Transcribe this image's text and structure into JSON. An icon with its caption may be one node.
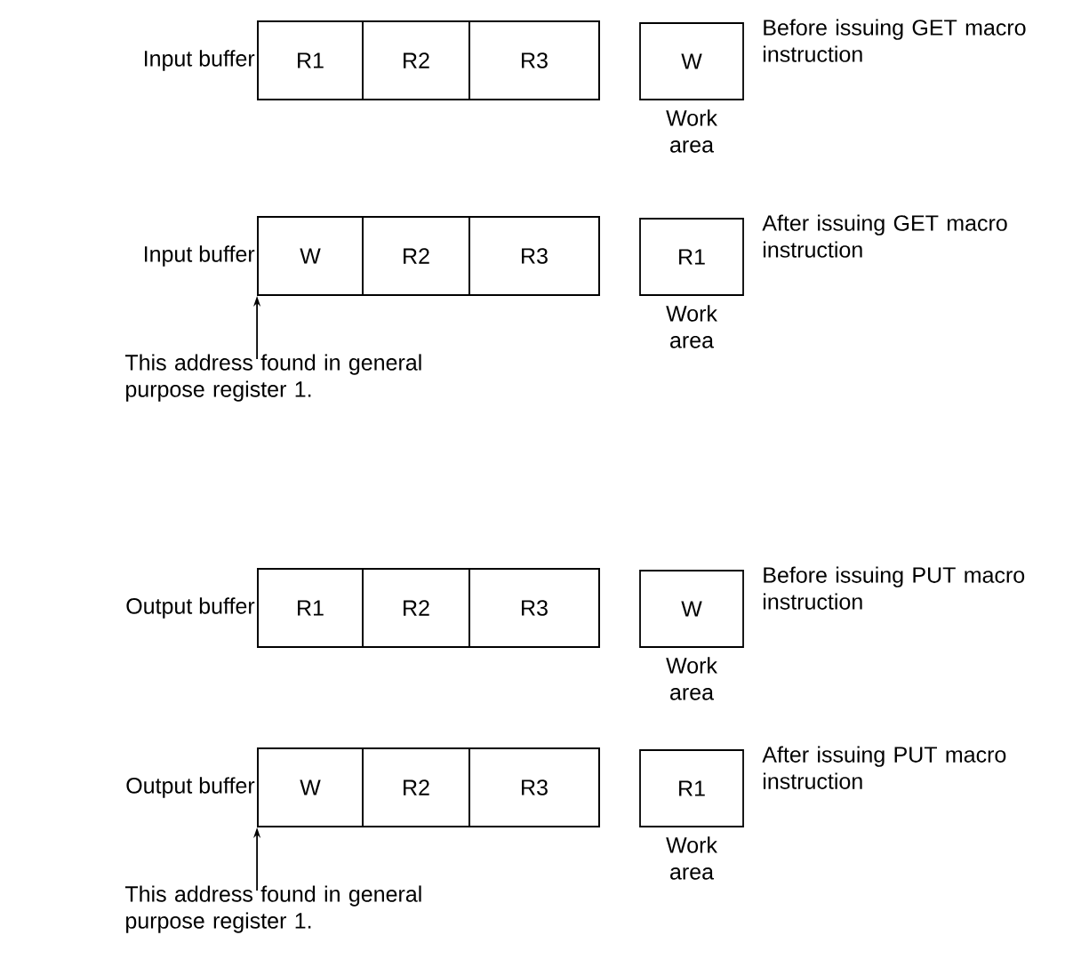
{
  "diagram": {
    "nodes": [
      {
        "text": [
          "Input buffer"
        ]
      },
      {
        "text": [
          "R1"
        ],
        "in": 0
      },
      {
        "text": [
          "R2"
        ],
        "in": 0
      },
      {
        "text": [
          "R3"
        ],
        "in": 0
      },
      {
        "text": [
          "W"
        ],
        "beside": [
          "Work area"
        ]
      },
      {
        "text": [
          "Input buffer"
        ]
      },
      {
        "text": [
          "W"
        ],
        "in": 5
      },
      {
        "text": [
          "R2"
        ],
        "in": 5
      },
      {
        "text": [
          "R3"
        ],
        "in": 5
      },
      {
        "text": [
          "R1"
        ],
        "beside": [
          "Work area"
        ]
      },
      {
        "text": [
          "This address found in general purpose register 1."
        ]
      },
      {
        "text": [
          "Output buffer"
        ]
      },
      {
        "text": [
          "R1"
        ],
        "in": 11
      },
      {
        "text": [
          "R2"
        ],
        "in": 11
      },
      {
        "text": [
          "R3"
        ],
        "in": 11
      },
      {
        "text": [
          "W"
        ],
        "beside": [
          "Work area"
        ]
      },
      {
        "text": [
          "Output buffer"
        ]
      },
      {
        "text": [
          "W"
        ],
        "in": 16
      },
      {
        "text": [
          "R2"
        ],
        "in": 16
      },
      {
        "text": [
          "R3"
        ],
        "in": 16
      },
      {
        "text": [
          "R1"
        ],
        "beside": [
          "Work area"
        ]
      },
      {
        "text": [
          "This address found in general purpose register 1."
        ]
      }
    ],
    "edges": [
      {
        "from": 10,
        "to": 5,
        "arrow": "to"
      },
      {
        "from": 21,
        "to": 16,
        "arrow": "to"
      }
    ],
    "labels": [
      "Before issuing GET macro instruction",
      "After issuing GET macro instruction",
      "Before issuing PUT macro instruction",
      "After issuing PUT macro instruction"
    ]
  }
}
